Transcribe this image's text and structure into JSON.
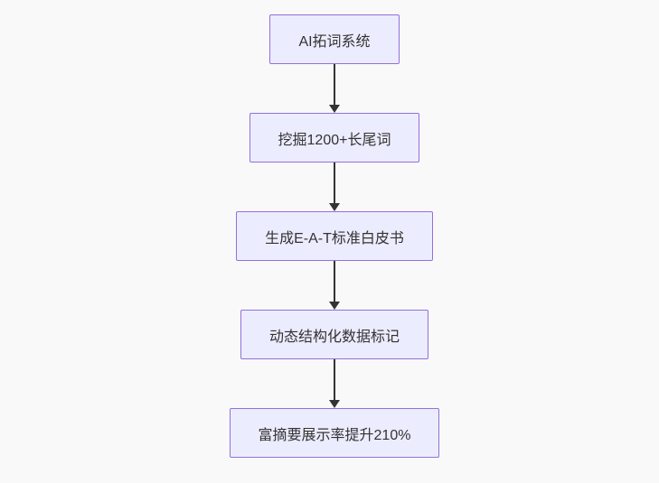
{
  "diagram": {
    "type": "flowchart",
    "direction": "top-down",
    "nodes": [
      {
        "id": "A",
        "label": "AI拓词系统"
      },
      {
        "id": "B",
        "label": "挖掘1200+长尾词"
      },
      {
        "id": "C",
        "label": "生成E-A-T标准白皮书"
      },
      {
        "id": "D",
        "label": "动态结构化数据标记"
      },
      {
        "id": "E",
        "label": "富摘要展示率提升210%"
      }
    ],
    "edges": [
      {
        "from": "A",
        "to": "B"
      },
      {
        "from": "B",
        "to": "C"
      },
      {
        "from": "C",
        "to": "D"
      },
      {
        "from": "D",
        "to": "E"
      }
    ],
    "colors": {
      "node_fill": "#ececff",
      "node_border": "#9370db",
      "text": "#333333",
      "arrow": "#333333",
      "background": "#f9f9f9"
    }
  }
}
